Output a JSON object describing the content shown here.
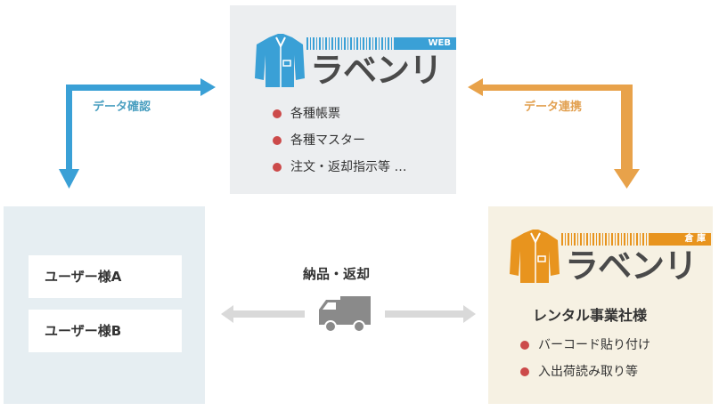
{
  "web_panel": {
    "logo_tag": "WEB",
    "logo_word": "ラベンリ",
    "items": [
      "各種帳票",
      "各種マスター",
      "注文・返却指示等 …"
    ]
  },
  "users": {
    "items": [
      "ユーザー様A",
      "ユーザー様B"
    ]
  },
  "warehouse_panel": {
    "logo_tag": "倉 庫",
    "logo_word": "ラベンリ",
    "company": "レンタル事業社様",
    "items": [
      "バーコード貼り付け",
      "入出荷読み取り等"
    ]
  },
  "flows": {
    "data_confirm": "データ確認",
    "data_link": "データ連携",
    "delivery_return": "納品・返却"
  },
  "colors": {
    "blue": "#3aa0d6",
    "orange": "#e8a24a",
    "gray_arrow": "#d9d9d9",
    "bullet_red": "#cc4a4a",
    "logo_text": "#4a4a4a"
  }
}
